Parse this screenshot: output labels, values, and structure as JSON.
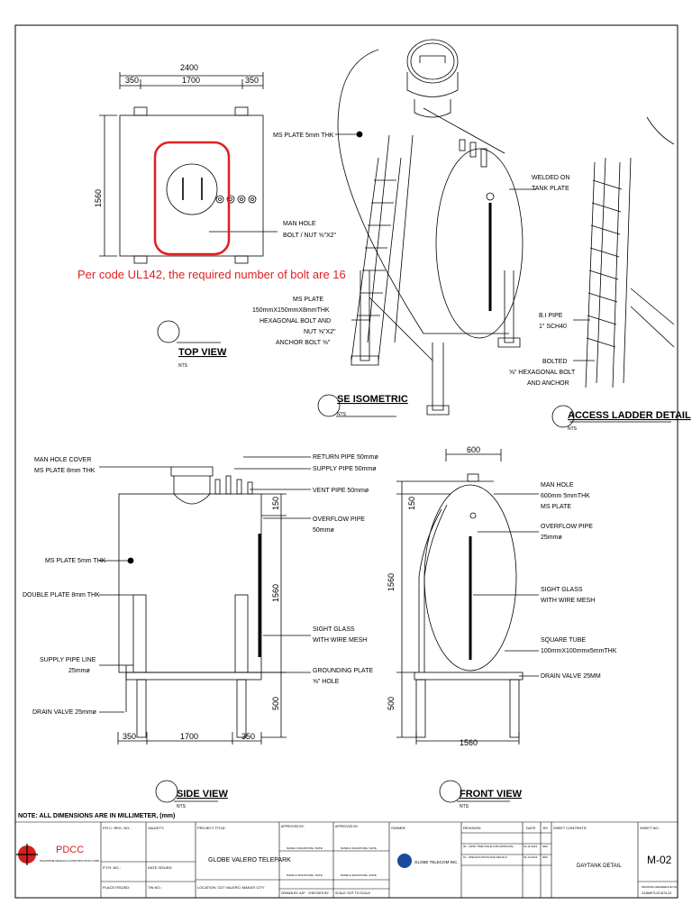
{
  "top_view": {
    "dims": {
      "overall": "2400",
      "left": "350",
      "mid": "1700",
      "right": "350",
      "height": "1560"
    },
    "manhole_label": [
      "MAN HOLE",
      "BOLT / NUT ⅝\"X2\""
    ],
    "note": "Per code UL142, the required number of bolt are 16",
    "title": "TOP VIEW",
    "scale": "NTS"
  },
  "iso_view": {
    "ms_plate": "MS PLATE 5mm THK",
    "welded": [
      "WELDED ON",
      "TANK PLATE"
    ],
    "base_plate": [
      "MS PLATE",
      "150mmX150mmX8mmTHK",
      "HEXAGONAL BOLT AND",
      "NUT ⅝\"X2\"",
      "ANCHOR BOLT ⅝\""
    ],
    "bi_pipe": [
      "B.I PIPE",
      "1\" SCH40"
    ],
    "bolted": [
      "BOLTED",
      "⅝\" HEXAGONAL BOLT",
      "AND ANCHOR"
    ],
    "title": "SE ISOMETRIC",
    "scale": "NTS"
  },
  "ladder_detail": {
    "title": "ACCESS LADDER DETAIL",
    "scale": "NTS"
  },
  "side_view": {
    "manhole_cover": [
      "MAN HOLE COVER",
      "MS PLATE 8mm THK"
    ],
    "return_pipe": "RETURN PIPE 50mmø",
    "supply_pipe": "SUPPLY PIPE 50mmø",
    "vent_pipe": "VENT PIPE 50mmø",
    "overflow": [
      "OVERFLOW PIPE",
      "50mmø"
    ],
    "ms_plate": "MS PLATE 5mm THK",
    "double_plate": "DOUBLE PLATE 8mm THK",
    "sight_glass": [
      "SIGHT GLASS",
      "WITH WIRE MESH"
    ],
    "supply_line": [
      "SUPPLY PIPE LINE",
      "25mmø"
    ],
    "grounding": [
      "GROUNDING PLATE",
      "⅝\" HOLE"
    ],
    "drain": "DRAIN VALVE 25mmø",
    "dims": {
      "d150": "150",
      "d1560": "1560",
      "d500": "500",
      "left": "350",
      "mid": "1700",
      "right": "350"
    },
    "title": "SIDE VIEW",
    "scale": "NTS"
  },
  "front_view": {
    "width_top": "600",
    "manhole": [
      "MAN HOLE",
      "600mm 5mmTHK",
      "MS PLATE"
    ],
    "overflow": [
      "OVERFLOW PIPE",
      "25mmø"
    ],
    "sight_glass": [
      "SIGHT GLASS",
      "WITH WIRE MESH"
    ],
    "square_tube": [
      "SQUARE TUBE",
      "100mmX100mmx5mmTHK"
    ],
    "drain": "DRAIN VALVE 25MM",
    "dims": {
      "d150": "150",
      "d1560": "1560",
      "d500": "500",
      "bottom": "1560"
    },
    "title": "FRONT VIEW",
    "scale": "NTS"
  },
  "note": "NOTE: ALL DIMENSIONS ARE IN MILLIMETER, (mm)",
  "title_block": {
    "logo": "PDCC",
    "logo_sub": "PHILIPPINE DESIGN & CONSTRUCTION CORP.",
    "prc_reg": "P.R.C. REG. NO.:",
    "validity": "VALIDITY:",
    "ptr": "P.T.R. NO.:",
    "date_issued": "DATE ISSUED:",
    "place_issued": "PLACE ISSUED:",
    "tin": "TIN NO.:",
    "project_title_label": "PROJECT TITLE:",
    "project_title": "GLOBE VALERO TELEPARK",
    "location": "LOCATION: CDT VALERO, MAKATI CITY",
    "approved1": "APPROVED BY:",
    "approved2": "APPROVED BY:",
    "name_sig": "NAME & SIGNATURE / DATE",
    "drawn": "DRAWN BY: AJP",
    "checked": "CHECKED BY:",
    "scale": "SCALE:    NOT TO SCALE",
    "owner": "OWNER:",
    "owner_name": "GLOBE TELECOM INC.",
    "revision": "REVISION:",
    "date": "DATE",
    "by": "BY",
    "rev1": "00 - FIRST TIME ISSUE FOR APPROVAL",
    "rev2": "01 - SPECIFICATION AND DETAILS",
    "rev1_date": "03-11-2023",
    "rev2_date": "03-13-2023",
    "rev_by": "DDF",
    "sheet_contents": "SHEET CONTENTS:",
    "sheet_title": "DAYTANK DETAIL",
    "sheet_no_label": "SHEET NO.:",
    "sheet_no": "M-02",
    "ref_label": "DRAWING REFERENCE NO.",
    "ref_no": "GLBMKTL02-M74-22"
  }
}
